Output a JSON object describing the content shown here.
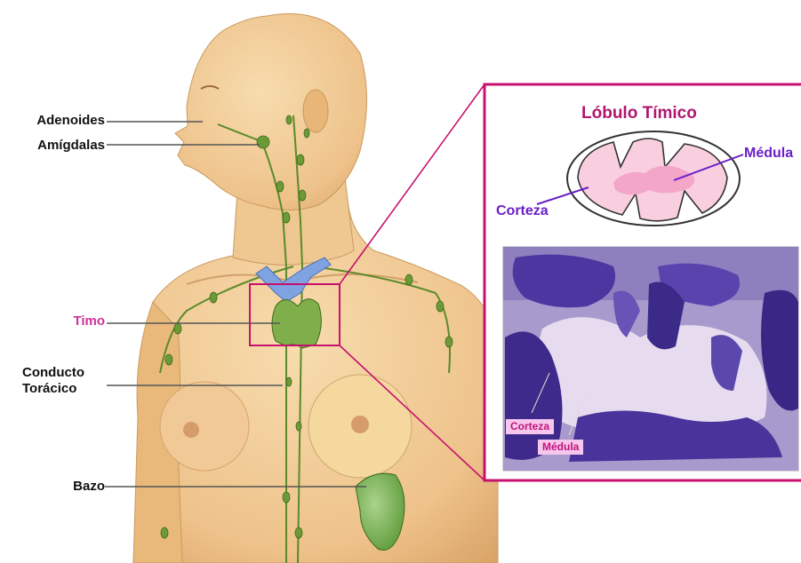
{
  "labels": {
    "adenoides": "Adenoides",
    "amigdalas": "Amígdalas",
    "timo": "Timo",
    "conducto_line1": "Conducto",
    "conducto_line2": "Torácico",
    "bazo": "Bazo"
  },
  "inset": {
    "title": "Lóbulo Tímico",
    "medula_label": "Médula",
    "corteza_label": "Corteza",
    "photo_corteza_tag": "Corteza",
    "photo_medula_tag": "Médula"
  },
  "colors": {
    "frame": "#c8106f",
    "title": "#b0166f",
    "purple_label": "#6a1fc8",
    "timo_label": "#cc3399",
    "skin": "#f2c98f",
    "lymph_green": "#5a8a2a",
    "vessel_blue": "#7fa3e0"
  }
}
